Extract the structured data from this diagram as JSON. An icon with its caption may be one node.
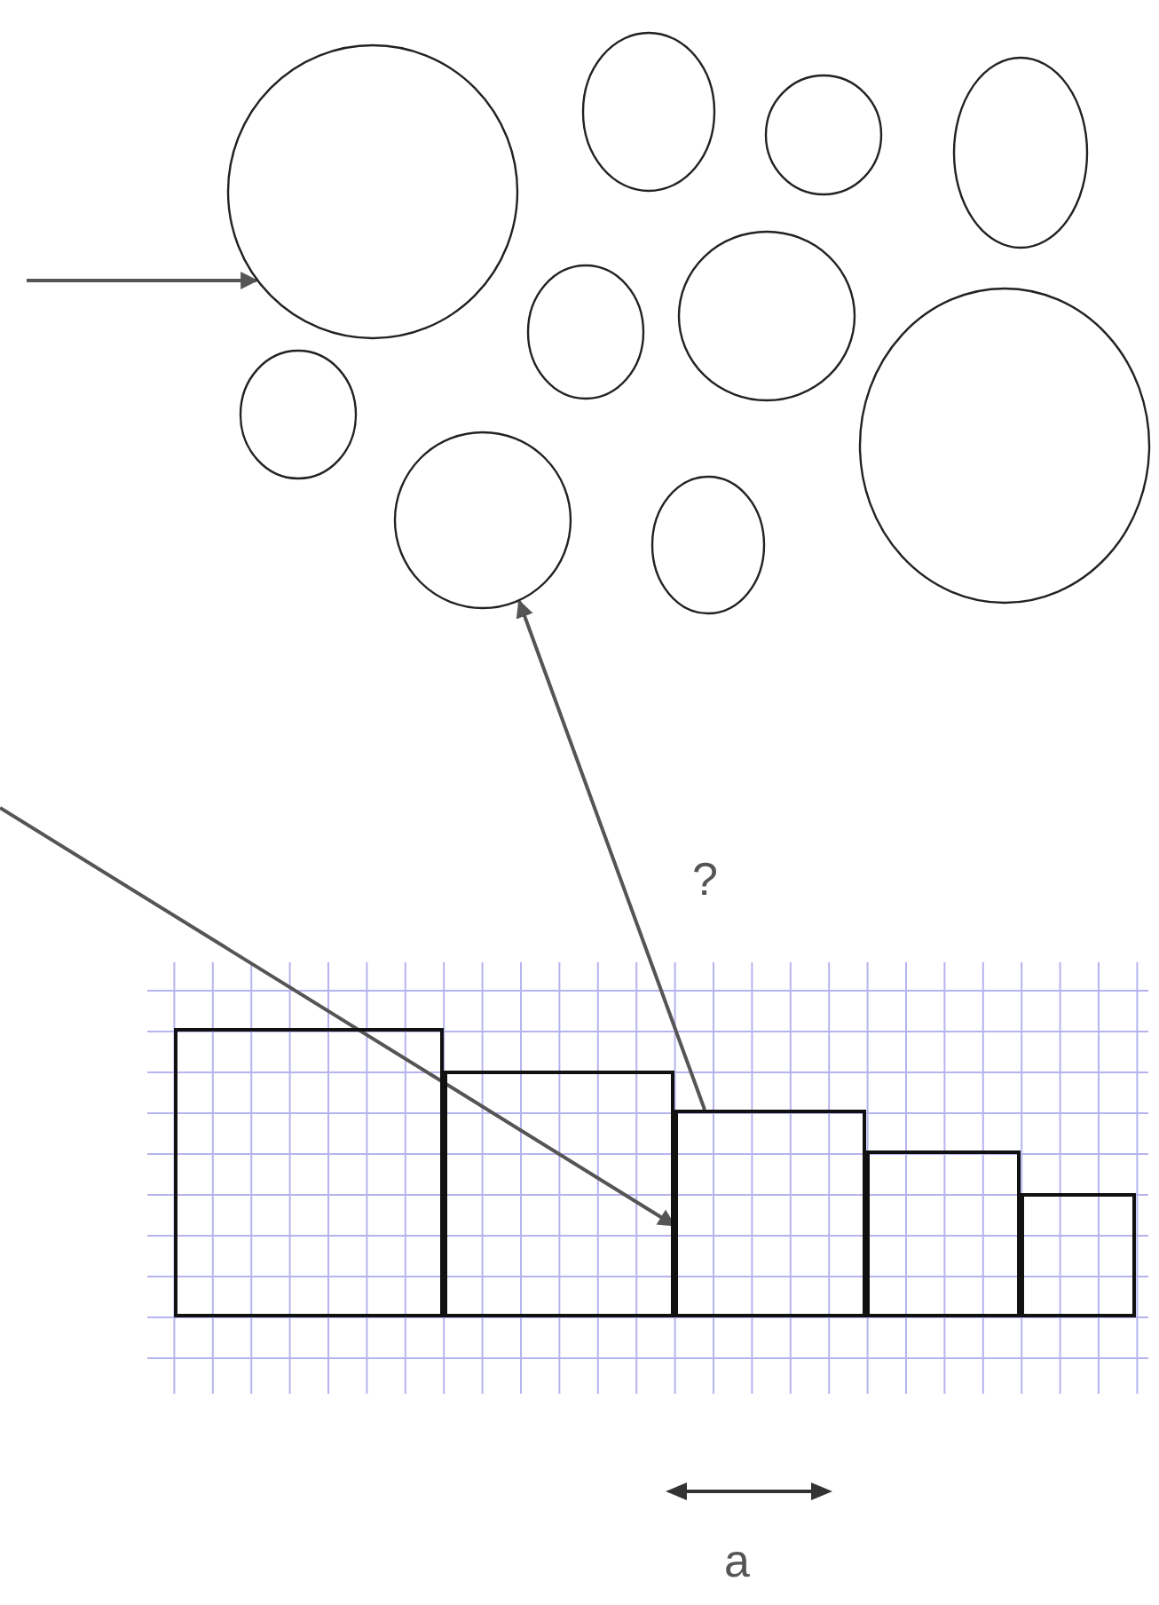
{
  "diagram": {
    "nodes": [
      {
        "text": [],
        "shape": "circle"
      },
      {
        "text": [],
        "shape": "circle"
      },
      {
        "text": [],
        "shape": "circle"
      },
      {
        "text": [],
        "shape": "circle"
      },
      {
        "text": [],
        "shape": "circle"
      },
      {
        "text": [],
        "shape": "circle"
      },
      {
        "text": [],
        "shape": "circle"
      },
      {
        "text": [],
        "shape": "circle"
      },
      {
        "text": [],
        "shape": "circle"
      },
      {
        "text": [],
        "shape": "circle"
      },
      {
        "text": [],
        "shape": "bar"
      },
      {
        "text": [],
        "shape": "bar"
      },
      {
        "text": [],
        "shape": "bar"
      },
      {
        "text": [],
        "shape": "bar"
      },
      {
        "text": [],
        "shape": "bar"
      }
    ],
    "edges": [
      {
        "from": null,
        "to": 0,
        "arrow": "to"
      },
      {
        "from": null,
        "to": 12,
        "arrow": "to"
      },
      {
        "from": 12,
        "to": 8,
        "arrow": "to"
      }
    ],
    "labels": [
      "?",
      "a"
    ]
  }
}
